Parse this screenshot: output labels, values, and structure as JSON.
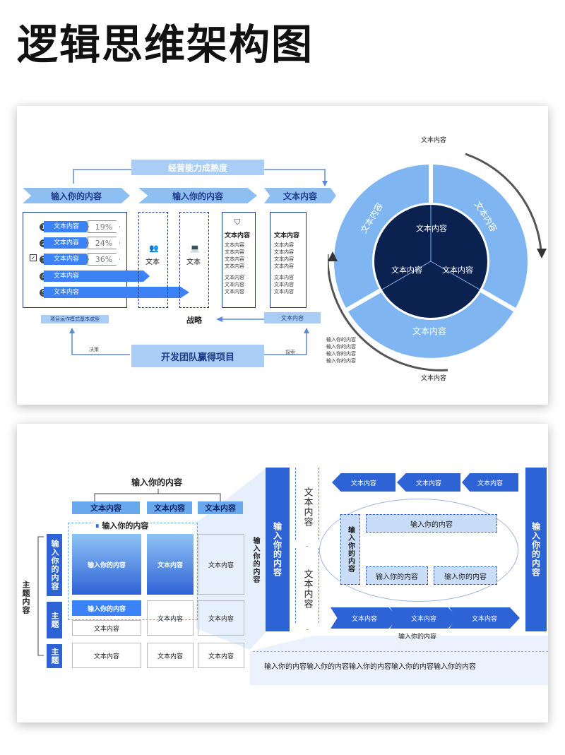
{
  "title": "逻辑思维架构图",
  "p1": {
    "top_bar": "经营能力成熟度",
    "headers": [
      "输入你的内容",
      "输入你的内容",
      "文本内容"
    ],
    "rows": [
      {
        "num": "1",
        "label": "文本内容",
        "pct": "19%"
      },
      {
        "num": "2",
        "label": "文本内容",
        "pct": "24%"
      },
      {
        "num": "3",
        "label": "文本内容",
        "pct": "36%"
      },
      {
        "num": "4",
        "label": "文本内容",
        "pct": ""
      },
      {
        "num": "5",
        "label": "文本内容",
        "pct": ""
      }
    ],
    "left_caption": "项目运作模式基本成型",
    "col_text_a": "文本",
    "col_text_b": "文本",
    "card_a_title": "文本内容",
    "card_b_title": "文本内容",
    "card_lines": [
      "文本内容",
      "文本内容",
      "文本内容",
      "文本内容",
      "文本内容",
      "文本内容",
      "文本内容"
    ],
    "strategy": "战略",
    "right_small_box": "文本内容",
    "bottom_bar": "开发团队赢得项目",
    "decision": "决策",
    "explore": "探索",
    "side_lines": [
      "输入你的内容",
      "输入你的内容",
      "输入你的内容",
      "输入你的内容"
    ],
    "circle_top": "文本内容",
    "circle_bottom": "文本内容",
    "ring_labels": [
      "文本内容",
      "文本内容",
      "文本内容"
    ],
    "inner_labels": [
      "文本内容",
      "文本内容",
      "文本内容"
    ],
    "colors": {
      "ring": "#7fb6f2",
      "core": "#0b2150",
      "bar": "#a9cdf5"
    }
  },
  "p2": {
    "top_label": "输入你的内容",
    "col_headers": [
      "文本内容",
      "文本内容",
      "文本内容"
    ],
    "group_label": "输入你的内容",
    "side_main": "主题内容",
    "row_labels": [
      "输入你的内容",
      "主题",
      "主题"
    ],
    "cells": [
      "输入你的内容",
      "文本内容",
      "文本内容",
      "输入你的内容",
      "文本内容",
      "文本内容",
      "文本内容",
      "文本内容",
      "文本内容",
      "文本内容"
    ],
    "vertical_text": "输入你的内容",
    "tall_left": "输入你的内容",
    "dashed_arrows": [
      "文本内容",
      "文本内容"
    ],
    "top_arrows": [
      "文本内容",
      "文本内容",
      "文本内容"
    ],
    "oval_vertical": "输入你的内容",
    "oval_bars": [
      "输入你的内容",
      "输入你的内容",
      "输入你的内容"
    ],
    "bottom_arrows": [
      "文本内容",
      "文本内容",
      "文本内容"
    ],
    "below_arrows": "输入你的内容",
    "tall_right": "输入你的内容",
    "footer": "输入你的内容输入你的内容输入你的内容输入你的内容输入你的内容"
  }
}
